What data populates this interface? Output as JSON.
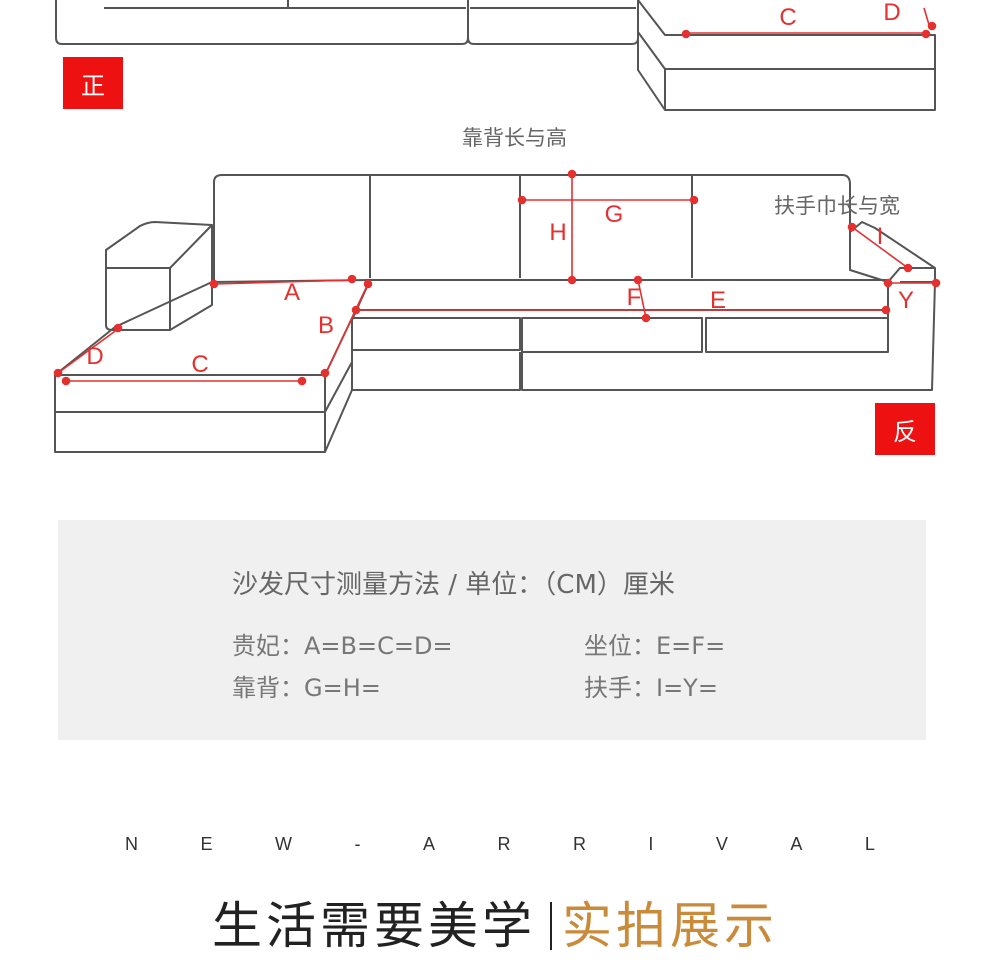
{
  "badges": {
    "front": "正",
    "back": "反"
  },
  "captions": {
    "backrest": "靠背长与高",
    "armrest": "扶手巾长与宽"
  },
  "dimension_letters": {
    "top": [
      "C",
      "D"
    ],
    "main": [
      "A",
      "B",
      "C",
      "D",
      "G",
      "H",
      "I",
      "F",
      "E",
      "Y"
    ]
  },
  "panel": {
    "title": "沙发尺寸测量方法 / 单位：（CM）厘米",
    "lines": [
      "贵妃：A=B=C=D=",
      "坐位：E=F=",
      "靠背：G=H=",
      "扶手：I=Y="
    ]
  },
  "arrival_letters": [
    "N",
    "E",
    "W",
    "-",
    "A",
    "R",
    "R",
    "I",
    "V",
    "A",
    "L"
  ],
  "slogan": {
    "left": "生活需要美学",
    "right": "实拍展示"
  },
  "colors": {
    "accent_red": "#ee1111",
    "line_red": "#e53030",
    "gold": "#c98a3a",
    "panel_bg": "#f0f0f0"
  }
}
